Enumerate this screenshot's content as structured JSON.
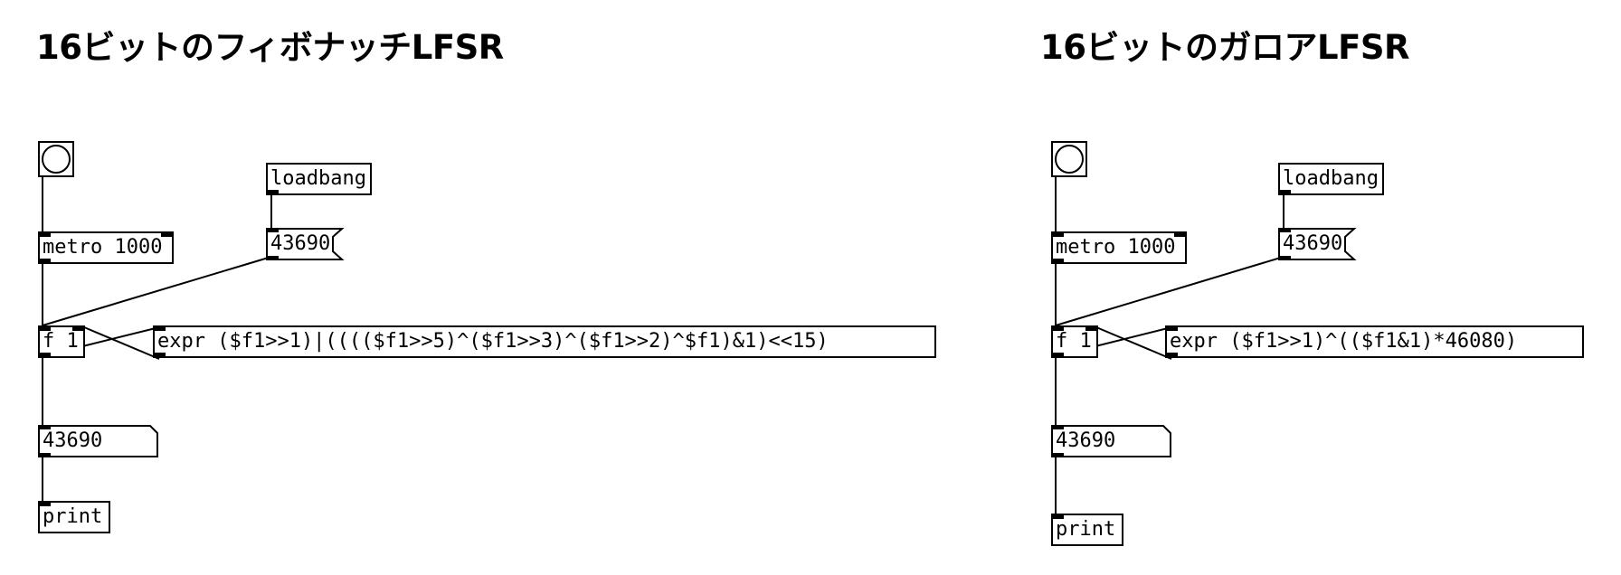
{
  "patches": [
    {
      "title": "16ビットのフィボナッチLFSR",
      "loadbang": "loadbang",
      "init_message": "43690",
      "metro": "metro 1000",
      "float": "f 1",
      "expr": "expr ($f1>>1)|(((($f1>>5)^($f1>>3)^($f1>>2)^$f1)&1)<<15)",
      "number": "43690",
      "print": "print"
    },
    {
      "title": "16ビットのガロアLFSR",
      "loadbang": "loadbang",
      "init_message": "43690",
      "metro": "metro 1000",
      "float": "f 1",
      "expr": "expr ($f1>>1)^(($f1&1)*46080)",
      "number": "43690",
      "print": "print"
    }
  ],
  "colors": {
    "stroke": "#000000",
    "background": "#ffffff"
  },
  "icons": {
    "toggle": "bang-toggle-circle-icon"
  }
}
